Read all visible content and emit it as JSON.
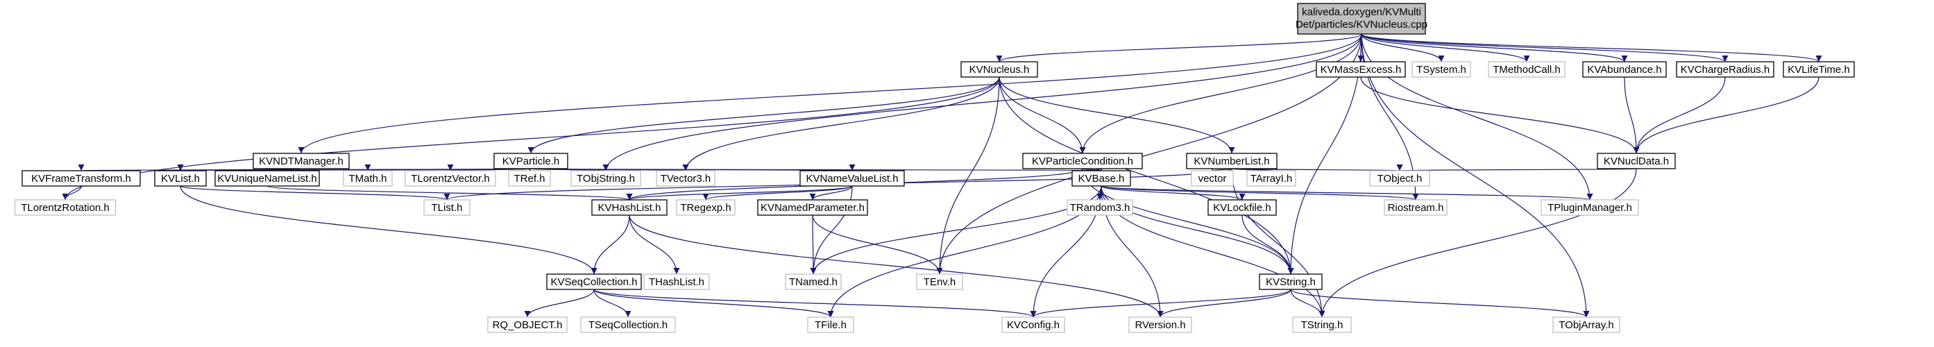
{
  "graph": {
    "edge_color": "#191970",
    "root": {
      "id": "root",
      "lines": [
        "kaliveda.doxygen/KVMulti",
        "Det/particles/KVNucleus.cpp"
      ]
    },
    "nodes": [
      {
        "id": "KVNucleus",
        "label": "KVNucleus.h",
        "kind": "doc"
      },
      {
        "id": "KVMassExcess",
        "label": "KVMassExcess.h",
        "kind": "doc"
      },
      {
        "id": "TSystem",
        "label": "TSystem.h",
        "kind": "ext"
      },
      {
        "id": "TMethodCall",
        "label": "TMethodCall.h",
        "kind": "ext"
      },
      {
        "id": "KVAbundance",
        "label": "KVAbundance.h",
        "kind": "doc"
      },
      {
        "id": "KVChargeRadius",
        "label": "KVChargeRadius.h",
        "kind": "doc"
      },
      {
        "id": "KVLifeTime",
        "label": "KVLifeTime.h",
        "kind": "doc"
      },
      {
        "id": "KVNDTManager",
        "label": "KVNDTManager.h",
        "kind": "doc"
      },
      {
        "id": "KVParticle",
        "label": "KVParticle.h",
        "kind": "doc"
      },
      {
        "id": "KVParticleCondition",
        "label": "KVParticleCondition.h",
        "kind": "doc"
      },
      {
        "id": "KVNumberList",
        "label": "KVNumberList.h",
        "kind": "doc"
      },
      {
        "id": "KVNuclData",
        "label": "KVNuclData.h",
        "kind": "doc"
      },
      {
        "id": "KVFrameTransform",
        "label": "KVFrameTransform.h",
        "kind": "doc"
      },
      {
        "id": "KVList",
        "label": "KVList.h",
        "kind": "doc"
      },
      {
        "id": "KVUniqueNameList",
        "label": "KVUniqueNameList.h",
        "kind": "doc"
      },
      {
        "id": "TMath",
        "label": "TMath.h",
        "kind": "ext"
      },
      {
        "id": "TLorentzVector",
        "label": "TLorentzVector.h",
        "kind": "ext"
      },
      {
        "id": "TRef",
        "label": "TRef.h",
        "kind": "ext"
      },
      {
        "id": "TObjString",
        "label": "TObjString.h",
        "kind": "ext"
      },
      {
        "id": "TVector3",
        "label": "TVector3.h",
        "kind": "ext"
      },
      {
        "id": "KVNameValueList",
        "label": "KVNameValueList.h",
        "kind": "doc"
      },
      {
        "id": "KVBase",
        "label": "KVBase.h",
        "kind": "doc"
      },
      {
        "id": "vector",
        "label": "vector",
        "kind": "ext"
      },
      {
        "id": "TArrayI",
        "label": "TArrayI.h",
        "kind": "ext"
      },
      {
        "id": "TObject",
        "label": "TObject.h",
        "kind": "ext"
      },
      {
        "id": "TLorentzRotation",
        "label": "TLorentzRotation.h",
        "kind": "ext"
      },
      {
        "id": "TList",
        "label": "TList.h",
        "kind": "ext"
      },
      {
        "id": "KVHashList",
        "label": "KVHashList.h",
        "kind": "doc"
      },
      {
        "id": "TRegexp",
        "label": "TRegexp.h",
        "kind": "ext"
      },
      {
        "id": "KVNamedParameter",
        "label": "KVNamedParameter.h",
        "kind": "doc"
      },
      {
        "id": "TRandom3",
        "label": "TRandom3.h",
        "kind": "ext"
      },
      {
        "id": "KVLockfile",
        "label": "KVLockfile.h",
        "kind": "doc"
      },
      {
        "id": "Riostream",
        "label": "Riostream.h",
        "kind": "ext"
      },
      {
        "id": "TPluginManager",
        "label": "TPluginManager.h",
        "kind": "ext"
      },
      {
        "id": "KVSeqCollection",
        "label": "KVSeqCollection.h",
        "kind": "doc"
      },
      {
        "id": "THashList",
        "label": "THashList.h",
        "kind": "ext"
      },
      {
        "id": "TNamed",
        "label": "TNamed.h",
        "kind": "ext"
      },
      {
        "id": "TEnv",
        "label": "TEnv.h",
        "kind": "ext"
      },
      {
        "id": "KVString",
        "label": "KVString.h",
        "kind": "doc"
      },
      {
        "id": "RQ_OBJECT",
        "label": "RQ_OBJECT.h",
        "kind": "ext"
      },
      {
        "id": "TSeqCollection",
        "label": "TSeqCollection.h",
        "kind": "ext"
      },
      {
        "id": "TFile",
        "label": "TFile.h",
        "kind": "ext"
      },
      {
        "id": "KVConfig",
        "label": "KVConfig.h",
        "kind": "ext"
      },
      {
        "id": "RVersion",
        "label": "RVersion.h",
        "kind": "ext"
      },
      {
        "id": "TString",
        "label": "TString.h",
        "kind": "ext"
      },
      {
        "id": "TObjArray",
        "label": "TObjArray.h",
        "kind": "ext"
      }
    ],
    "edges": [
      [
        "root",
        "KVNucleus"
      ],
      [
        "root",
        "KVMassExcess"
      ],
      [
        "root",
        "TSystem"
      ],
      [
        "root",
        "TMethodCall"
      ],
      [
        "root",
        "KVAbundance"
      ],
      [
        "root",
        "KVChargeRadius"
      ],
      [
        "root",
        "KVLifeTime"
      ],
      [
        "root",
        "KVNDTManager"
      ],
      [
        "root",
        "KVParticleCondition"
      ],
      [
        "root",
        "TObjString"
      ],
      [
        "root",
        "TEnv"
      ],
      [
        "root",
        "KVString"
      ],
      [
        "root",
        "Riostream"
      ],
      [
        "root",
        "TPluginManager"
      ],
      [
        "root",
        "TObjArray"
      ],
      [
        "KVNucleus",
        "KVParticle"
      ],
      [
        "KVNucleus",
        "KVParticleCondition"
      ],
      [
        "KVNucleus",
        "KVNumberList"
      ],
      [
        "KVNucleus",
        "TLorentzRotation"
      ],
      [
        "KVNucleus",
        "TVector3"
      ],
      [
        "KVNucleus",
        "TEnv"
      ],
      [
        "KVNucleus",
        "KVString"
      ],
      [
        "KVMassExcess",
        "KVNuclData"
      ],
      [
        "KVAbundance",
        "KVNuclData"
      ],
      [
        "KVChargeRadius",
        "KVNuclData"
      ],
      [
        "KVLifeTime",
        "KVNuclData"
      ],
      [
        "KVNDTManager",
        "KVList"
      ],
      [
        "KVParticle",
        "KVFrameTransform"
      ],
      [
        "KVParticle",
        "KVList"
      ],
      [
        "KVParticle",
        "KVUniqueNameList"
      ],
      [
        "KVParticle",
        "TMath"
      ],
      [
        "KVParticle",
        "TLorentzVector"
      ],
      [
        "KVParticle",
        "TRef"
      ],
      [
        "KVParticle",
        "TObjString"
      ],
      [
        "KVParticle",
        "TVector3"
      ],
      [
        "KVParticle",
        "KVNameValueList"
      ],
      [
        "KVParticle",
        "KVBase"
      ],
      [
        "KVParticleCondition",
        "KVBase"
      ],
      [
        "KVParticleCondition",
        "KVHashList"
      ],
      [
        "KVParticleCondition",
        "KVString"
      ],
      [
        "KVNumberList",
        "vector"
      ],
      [
        "KVNumberList",
        "TArrayI"
      ],
      [
        "KVNumberList",
        "TObject"
      ],
      [
        "KVNumberList",
        "TString"
      ],
      [
        "KVNumberList",
        "TList"
      ],
      [
        "KVNuclData",
        "TObject"
      ],
      [
        "KVNuclData",
        "TString"
      ],
      [
        "KVFrameTransform",
        "TLorentzRotation"
      ],
      [
        "KVList",
        "TList"
      ],
      [
        "KVList",
        "KVSeqCollection"
      ],
      [
        "KVUniqueNameList",
        "KVHashList"
      ],
      [
        "KVNameValueList",
        "KVHashList"
      ],
      [
        "KVNameValueList",
        "TRegexp"
      ],
      [
        "KVNameValueList",
        "TNamed"
      ],
      [
        "KVNameValueList",
        "KVNamedParameter"
      ],
      [
        "KVBase",
        "TNamed"
      ],
      [
        "KVBase",
        "TRandom3"
      ],
      [
        "KVBase",
        "KVLockfile"
      ],
      [
        "KVBase",
        "Riostream"
      ],
      [
        "KVBase",
        "TPluginManager"
      ],
      [
        "KVBase",
        "KVString"
      ],
      [
        "KVBase",
        "KVConfig"
      ],
      [
        "KVBase",
        "RVersion"
      ],
      [
        "KVBase",
        "TString"
      ],
      [
        "KVBase",
        "TFile"
      ],
      [
        "KVHashList",
        "KVSeqCollection"
      ],
      [
        "KVHashList",
        "THashList"
      ],
      [
        "KVHashList",
        "RVersion"
      ],
      [
        "KVNamedParameter",
        "TNamed"
      ],
      [
        "KVNamedParameter",
        "TEnv"
      ],
      [
        "KVLockfile",
        "KVString"
      ],
      [
        "KVSeqCollection",
        "RQ_OBJECT"
      ],
      [
        "KVSeqCollection",
        "TSeqCollection"
      ],
      [
        "KVSeqCollection",
        "TFile"
      ],
      [
        "KVSeqCollection",
        "KVConfig"
      ],
      [
        "KVString",
        "TString"
      ],
      [
        "KVString",
        "RVersion"
      ],
      [
        "KVString",
        "KVConfig"
      ],
      [
        "KVString",
        "TObjArray"
      ]
    ]
  }
}
